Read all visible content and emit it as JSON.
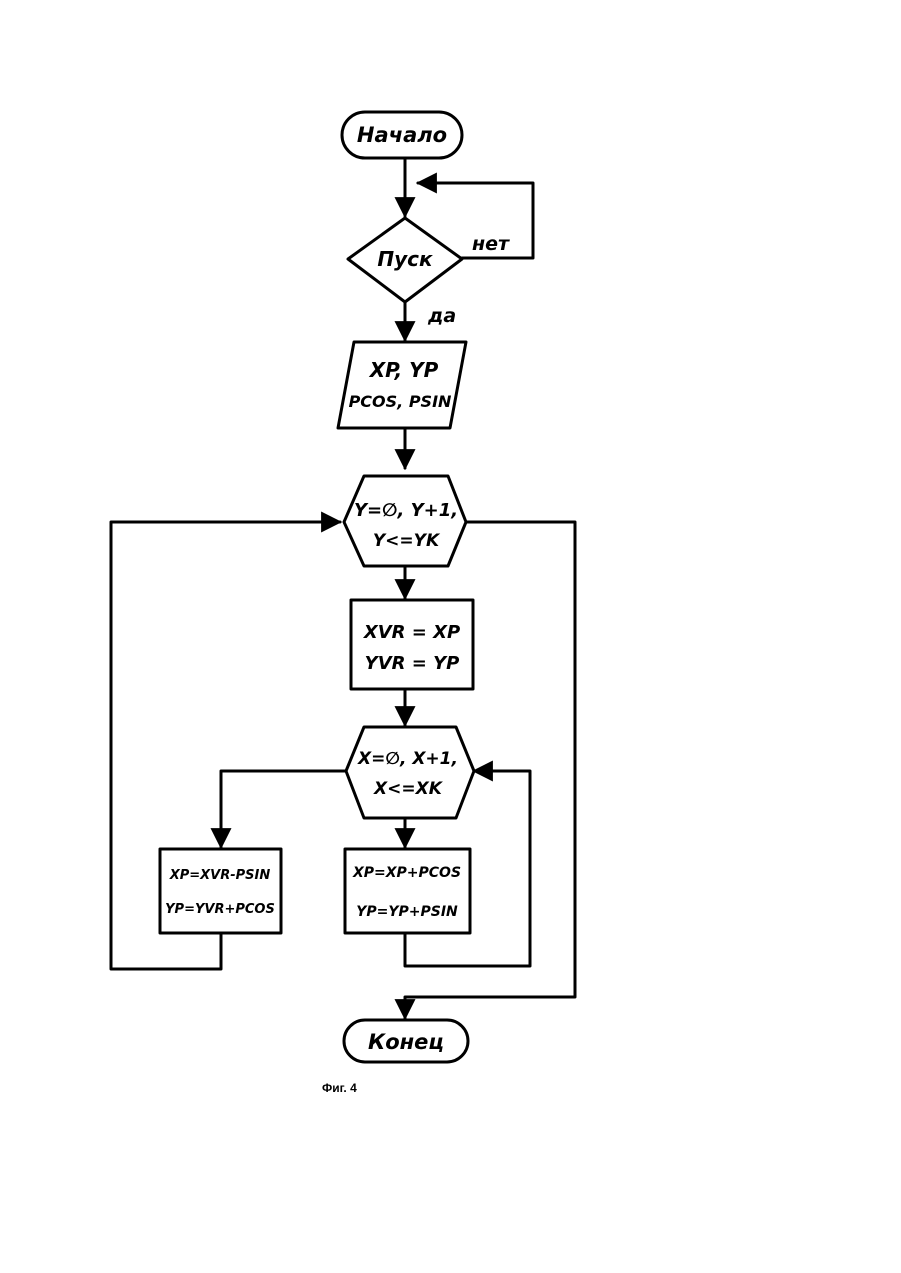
{
  "figure": {
    "caption": "Фиг. 4"
  },
  "nodes": {
    "start": "Начало",
    "launch_decision": "Пуск",
    "input_line1": "XP, YP",
    "input_line2": "PCOS, PSIN",
    "y_loop_line1": "Y=∅, Y+1,",
    "y_loop_line2": "Y<=YK",
    "assign_line1": "XVR = XP",
    "assign_line2": "YVR = YP",
    "x_loop_line1": "X=∅, X+1,",
    "x_loop_line2": "X<=XK",
    "left_process_line1": "XP=XVR-PSIN",
    "left_process_line2": "YP=YVR+PCOS",
    "right_process_line1": "XP=XP+PCOS",
    "right_process_line2": "YP=YP+PSIN",
    "end": "Конец"
  },
  "edge_labels": {
    "no": "нет",
    "yes": "да"
  }
}
